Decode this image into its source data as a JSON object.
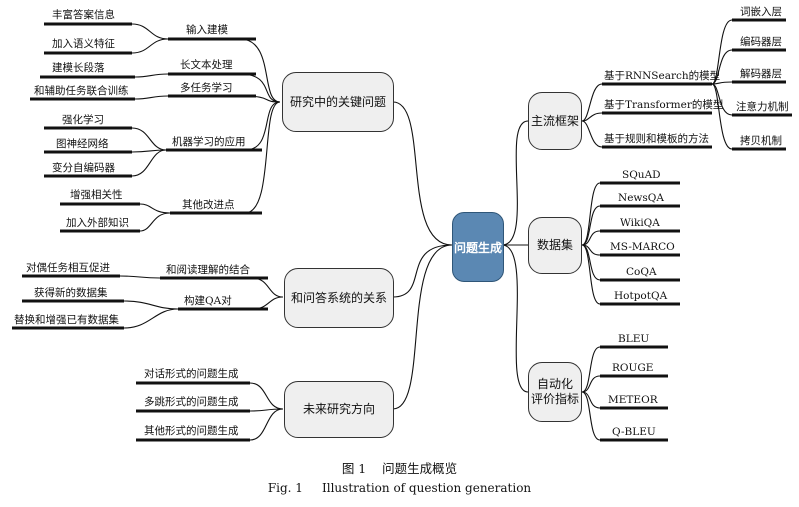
{
  "center": "问题生成",
  "left": {
    "research": {
      "title": "研究中的关键问题",
      "groups": {
        "input": {
          "label": "输入建模",
          "items": [
            "丰富答案信息",
            "加入语义特征"
          ]
        },
        "long_text": {
          "label": "长文本处理",
          "items": [
            "建模长段落"
          ]
        },
        "multitask": {
          "label": "多任务学习",
          "items": [
            "和辅助任务联合训练"
          ]
        },
        "ml": {
          "label": "机器学习的应用",
          "items": [
            "强化学习",
            "图神经网络",
            "变分自编码器"
          ]
        },
        "other": {
          "label": "其他改进点",
          "items": [
            "增强相关性",
            "加入外部知识"
          ]
        }
      }
    },
    "qa": {
      "title": "和问答系统的关系",
      "groups": {
        "mrc": {
          "label": "和阅读理解的结合",
          "items": [
            "对偶任务相互促进"
          ]
        },
        "qa_pairs": {
          "label": "构建QA对",
          "items": [
            "获得新的数据集",
            "替换和增强已有数据集"
          ]
        }
      }
    },
    "future": {
      "title": "未来研究方向",
      "items": [
        "对话形式的问题生成",
        "多跳形式的问题生成",
        "其他形式的问题生成"
      ]
    }
  },
  "right": {
    "framework": {
      "title": "主流框架",
      "items": [
        "基于RNNSearch的模型",
        "基于Transformer的模型",
        "基于规则和模板的方法"
      ],
      "rnn_parts": [
        "词嵌入层",
        "编码器层",
        "解码器层",
        "注意力机制",
        "拷贝机制"
      ]
    },
    "datasets": {
      "title": "数据集",
      "items": [
        "SQuAD",
        "NewsQA",
        "WikiQA",
        "MS-MARCO",
        "CoQA",
        "HotpotQA"
      ]
    },
    "metrics": {
      "title_line1": "自动化",
      "title_line2": "评价指标",
      "items": [
        "BLEU",
        "ROUGE",
        "METEOR",
        "Q-BLEU"
      ]
    }
  },
  "caption": {
    "cn": "图 1    问题生成概览",
    "en": "Fig. 1     Illustration of question generation"
  }
}
